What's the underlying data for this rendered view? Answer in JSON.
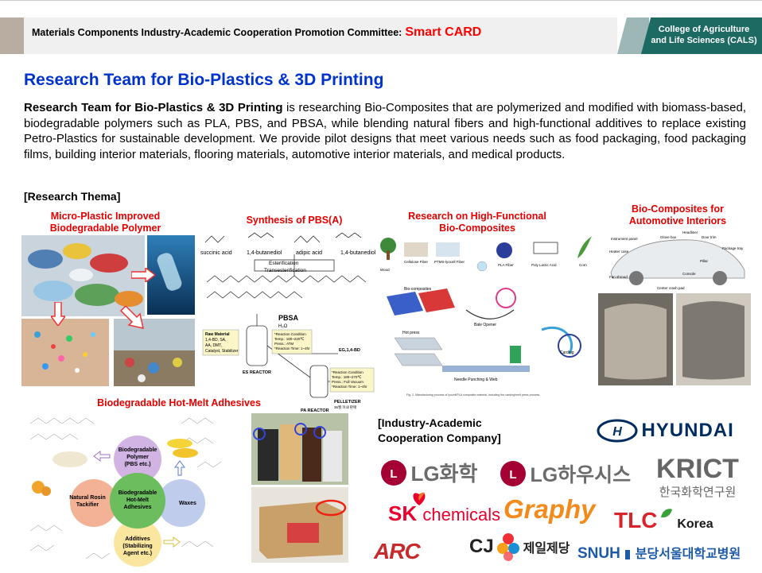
{
  "header": {
    "committee": "Materials Components Industry-Academic Cooperation Promotion Committee:",
    "card": "Smart CARD",
    "college_line1": "College of Agriculture",
    "college_line2": "and Life Sciences (CALS)"
  },
  "title": "Research Team for Bio-Plastics & 3D Printing",
  "intro": {
    "lead": "Research Team for Bio-Plastics & 3D Printing",
    "body": " is researching Bio-Composites that are polymerized and modified with biomass-based, biodegradable polymers such as PLA, PBS, and PBSA, while blending natural fibers and high-functional additives to replace existing Petro-Plastics for sustainable development. We provide pilot designs that meet various needs such as food packaging, food packaging films, building interior materials, flooring materials, automotive interior materials, and medical products."
  },
  "thema_heading": "[Research Thema]",
  "sections": {
    "microplastic": [
      "Micro-Plastic Improved",
      "Biodegradable Polymer"
    ],
    "pbs": "Synthesis of PBS(A)",
    "highfunc": [
      "Research on High-Functional",
      "Bio-Composites"
    ],
    "auto": [
      "Bio-Composites for",
      "Automotive Interiors"
    ],
    "hotmelt": "Biodegradable Hot-Melt Adhesives"
  },
  "pbs_diagram": {
    "succinic": "succinic acid",
    "butanediol": "1,4-butanediol",
    "adipic": "adipic acid",
    "esterification": "Esterification",
    "transesterification": "Transesterification",
    "pbsa": "PBSA",
    "h2o": "H₂O",
    "raw_material": [
      "Raw Material",
      "1,4-BD, SA,",
      "AA, DMT,",
      "Catalyst, Stabilizer"
    ],
    "reaction1": [
      "*Reaction Condition",
      "Temp.: 180~220℃",
      "Press.: ATM",
      "*Reaction Time: 1~4hr"
    ],
    "es_reactor": "ES REACTOR",
    "eg_bd": "EG,1,4-BD",
    "reaction2": [
      "*Reaction Condition",
      "Temp.: 180~270℃",
      "Press.: Full Vacuum",
      "*Reaction Time: 1~4hr"
    ],
    "pelletizer": "PELLETIZER",
    "pelletizer_sub": "36월 이내 판매",
    "pa_reactor": "PA REACTOR"
  },
  "composite_diagram": {
    "wood": "Wood",
    "cellulose": "Cellulose Fiber",
    "lyocell": "PTMS-lyocell Fiber",
    "pla_fiber": "PLA Fiber",
    "pla": "Poly Lactic Acid",
    "corn": "Corn",
    "biocomposites": "Bio-composites",
    "hot_press": "Hot press",
    "bale_opener": "Bale Opener",
    "carding": "Carding",
    "needle": "Needle Punching & Web",
    "caption": "Fig. 2. Manufacturing process of lyocell/PLA composite material, including the carding/melt press process."
  },
  "auto_diagram": {
    "headliner": "Headliner",
    "glovebox": "Glove box",
    "doortrim": "Door trim",
    "instrument": "Instrument panel",
    "heatercase": "Heater case",
    "packagetray": "Package tray",
    "pillar": "Pillar",
    "fanshroud": "Fan shroud",
    "console": "Console",
    "crashpad": "Center crash pad"
  },
  "hotmelt_diagram": {
    "center": [
      "Biodegradable",
      "Hot-Melt",
      "Adhesives"
    ],
    "top": [
      "Biodegradable",
      "Polymer",
      "(PBS etc.)"
    ],
    "left": [
      "Natural Rosin",
      "Tackifier"
    ],
    "right": "Waxes",
    "bottom": [
      "Additives",
      "(Stabilizing",
      "Agent etc.)"
    ]
  },
  "industry_heading": [
    "[Industry-Academic",
    "Cooperation Company]"
  ],
  "logos": {
    "hyundai": "HYUNDAI",
    "lg_chem": "LG화학",
    "lg_hausys": "LG하우시스",
    "krict": "KRICT",
    "krict_kr": "한국화학연구원",
    "sk": "SK",
    "sk_sub": "chemicals",
    "graphy": "Graphy",
    "tlc": "TLC",
    "tlc_sub": "Korea",
    "arc": "ARC",
    "cj": "CJ",
    "cj_kr": "제일제당",
    "snuh": "SNUH",
    "snuh_kr": "분당서울대학교병원"
  },
  "colors": {
    "title_blue": "#0033cc",
    "accent_red": "#e60000",
    "header_green": "#1d6a62"
  }
}
